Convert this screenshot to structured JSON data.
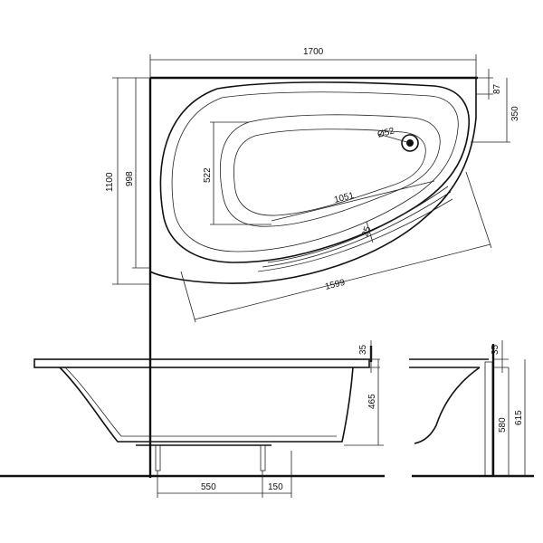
{
  "top_view": {
    "width_label": "1700",
    "height_label": "1100",
    "inner_height_label": "998",
    "bowl_width_label": "522",
    "drain_label": "Ø52",
    "length_label": "1051",
    "rim_label": "25",
    "diagonal_label": "1599",
    "corner_a_label": "87",
    "corner_b_label": "350"
  },
  "front_view": {
    "rim_thickness_label": "35",
    "depth_label": "465",
    "leg_spacing_label": "550",
    "leg_offset_label": "150"
  },
  "side_view": {
    "rim_thickness_label": "35",
    "inner_height_label": "580",
    "total_height_label": "615"
  }
}
